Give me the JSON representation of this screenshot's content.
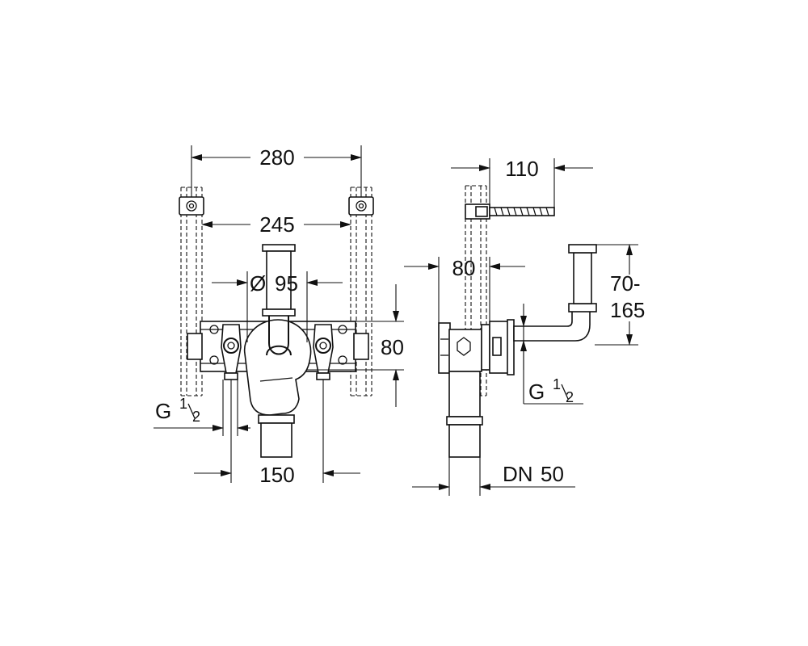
{
  "dimensions": {
    "width_280": "280",
    "width_245": "245",
    "diameter_symbol": "Ø",
    "diameter_value": "95",
    "height_80": "80",
    "thread_left_main": "G",
    "thread_left_sup": "1",
    "thread_left_sub": "2",
    "spacing_150": "150",
    "depth_110": "110",
    "depth_80": "80",
    "range_line1": "70-",
    "range_line2": "165",
    "thread_right_main": "G",
    "thread_right_sup": "1",
    "thread_right_sub": "2",
    "drain_label": "DN",
    "drain_value": "50"
  }
}
